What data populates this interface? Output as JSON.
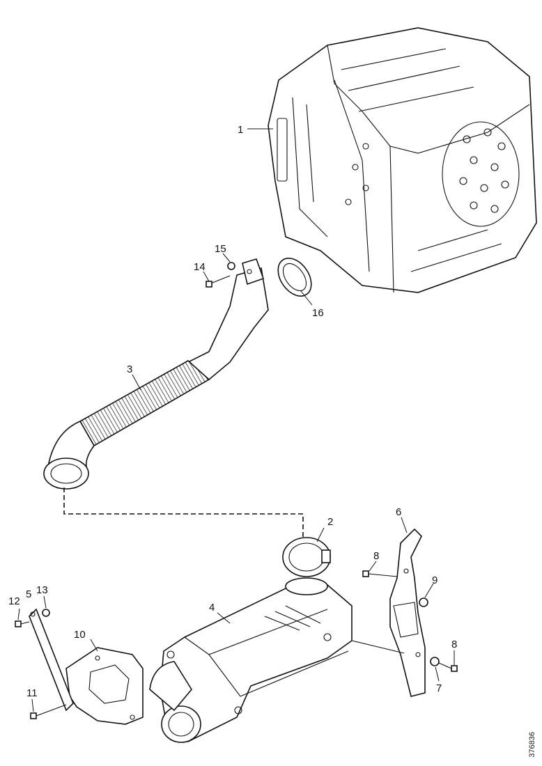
{
  "callouts": [
    {
      "id": "1",
      "text": "1"
    },
    {
      "id": "2",
      "text": "2"
    },
    {
      "id": "3",
      "text": "3"
    },
    {
      "id": "4",
      "text": "4"
    },
    {
      "id": "5",
      "text": "5"
    },
    {
      "id": "6",
      "text": "6"
    },
    {
      "id": "7",
      "text": "7"
    },
    {
      "id": "8a",
      "text": "8"
    },
    {
      "id": "8b",
      "text": "8"
    },
    {
      "id": "9",
      "text": "9"
    },
    {
      "id": "10",
      "text": "10"
    },
    {
      "id": "11",
      "text": "11"
    },
    {
      "id": "12",
      "text": "12"
    },
    {
      "id": "13",
      "text": "13"
    },
    {
      "id": "14",
      "text": "14"
    },
    {
      "id": "15",
      "text": "15"
    },
    {
      "id": "16",
      "text": "16"
    }
  ],
  "document_id": "376836"
}
